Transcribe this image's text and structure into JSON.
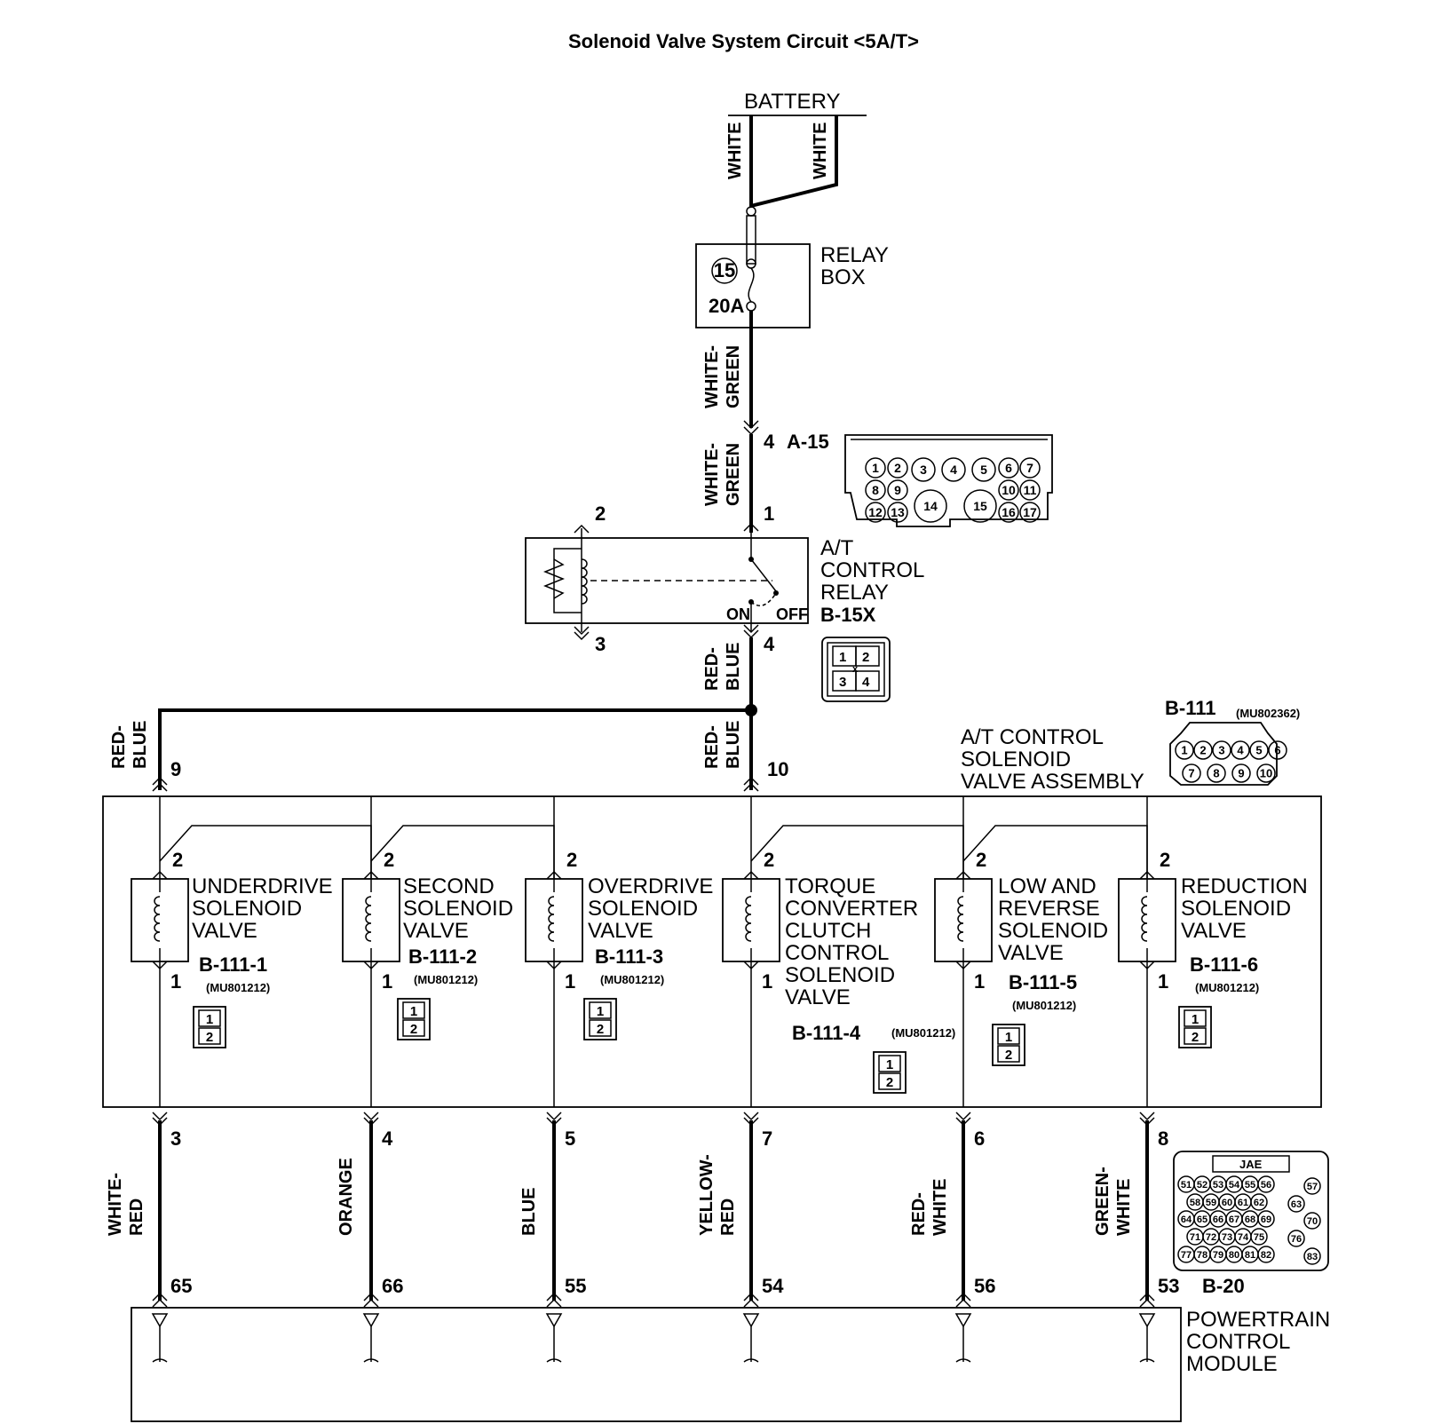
{
  "title": "Solenoid Valve System Circuit  <5A/T>",
  "battery": "BATTERY",
  "relay_box": {
    "line1": "RELAY",
    "line2": "BOX",
    "fuse_no": "15",
    "fuse_rating": "20A"
  },
  "connectors": {
    "a15": {
      "pin": "4",
      "name": "A-15",
      "cells": [
        "1",
        "2",
        "3",
        "4",
        "5",
        "6",
        "7",
        "8",
        "9",
        "10",
        "11",
        "12",
        "13",
        "14",
        "15",
        "16",
        "17"
      ]
    },
    "b15x": {
      "name": "B-15X",
      "cells": [
        "1",
        "2",
        "3",
        "4"
      ],
      "mark": "x"
    },
    "b111": {
      "name": "B-111",
      "part": "(MU802362)",
      "cells": [
        "1",
        "2",
        "3",
        "4",
        "5",
        "6",
        "7",
        "8",
        "9",
        "10"
      ]
    },
    "b20": {
      "name": "B-20",
      "maker": "JAE",
      "cells": [
        "51",
        "52",
        "53",
        "54",
        "55",
        "56",
        "57",
        "58",
        "59",
        "60",
        "61",
        "62",
        "63",
        "64",
        "65",
        "66",
        "67",
        "68",
        "69",
        "70",
        "71",
        "72",
        "73",
        "74",
        "75",
        "76",
        "77",
        "78",
        "79",
        "80",
        "81",
        "82",
        "83"
      ]
    }
  },
  "relay": {
    "line1": "A/T",
    "line2": "CONTROL",
    "line3": "RELAY",
    "name": "B-15X",
    "pin_coil_top": "2",
    "pin_coil_bot": "3",
    "pin_in": "1",
    "pin_out": "4",
    "on": "ON",
    "off": "OFF"
  },
  "assembly": {
    "line1": "A/T CONTROL",
    "line2": "SOLENOID",
    "line3": "VALVE ASSEMBLY",
    "pin_left": "9",
    "pin_right": "10"
  },
  "wires": {
    "white_a": "WHITE",
    "white_b": "WHITE",
    "white_green_1a": "WHITE-",
    "white_green_1b": "GREEN",
    "white_green_2a": "WHITE-",
    "white_green_2b": "GREEN",
    "red_blue_1a": "RED-",
    "red_blue_1b": "BLUE",
    "red_blue_2a": "RED-",
    "red_blue_2b": "BLUE",
    "red_blue_3a": "RED-",
    "red_blue_3b": "BLUE"
  },
  "valves": [
    {
      "lines": [
        "UNDERDRIVE",
        "SOLENOID",
        "VALVE"
      ],
      "conn": "B-111-1",
      "part": "(MU801212)",
      "pin_top": "2",
      "pin_bot": "1",
      "pin_out": "3",
      "wire": [
        "WHITE-",
        "RED"
      ],
      "pcm_pin": "65"
    },
    {
      "lines": [
        "SECOND",
        "SOLENOID",
        "VALVE"
      ],
      "conn": "B-111-2",
      "part": "(MU801212)",
      "pin_top": "2",
      "pin_bot": "1",
      "pin_out": "4",
      "wire": [
        "ORANGE"
      ],
      "pcm_pin": "66"
    },
    {
      "lines": [
        "OVERDRIVE",
        "SOLENOID",
        "VALVE"
      ],
      "conn": "B-111-3",
      "part": "(MU801212)",
      "pin_top": "2",
      "pin_bot": "1",
      "pin_out": "5",
      "wire": [
        "BLUE"
      ],
      "pcm_pin": "55"
    },
    {
      "lines": [
        "TORQUE",
        "CONVERTER",
        "CLUTCH",
        "CONTROL",
        "SOLENOID",
        "VALVE"
      ],
      "conn": "B-111-4",
      "part": "(MU801212)",
      "pin_top": "2",
      "pin_bot": "1",
      "pin_out": "7",
      "wire": [
        "YELLOW-",
        "RED"
      ],
      "pcm_pin": "54"
    },
    {
      "lines": [
        "LOW AND",
        "REVERSE",
        "SOLENOID",
        "VALVE"
      ],
      "conn": "B-111-5",
      "part": "(MU801212)",
      "pin_top": "2",
      "pin_bot": "1",
      "pin_out": "6",
      "wire": [
        "RED-",
        "WHITE"
      ],
      "pcm_pin": "56"
    },
    {
      "lines": [
        "REDUCTION",
        "SOLENOID",
        "VALVE"
      ],
      "conn": "B-111-6",
      "part": "(MU801212)",
      "pin_top": "2",
      "pin_bot": "1",
      "pin_out": "8",
      "wire": [
        "GREEN-",
        "WHITE"
      ],
      "pcm_pin": "53"
    }
  ],
  "valve_conn_cells": [
    "1",
    "2"
  ],
  "pcm": {
    "line1": "POWERTRAIN",
    "line2": "CONTROL",
    "line3": "MODULE"
  }
}
